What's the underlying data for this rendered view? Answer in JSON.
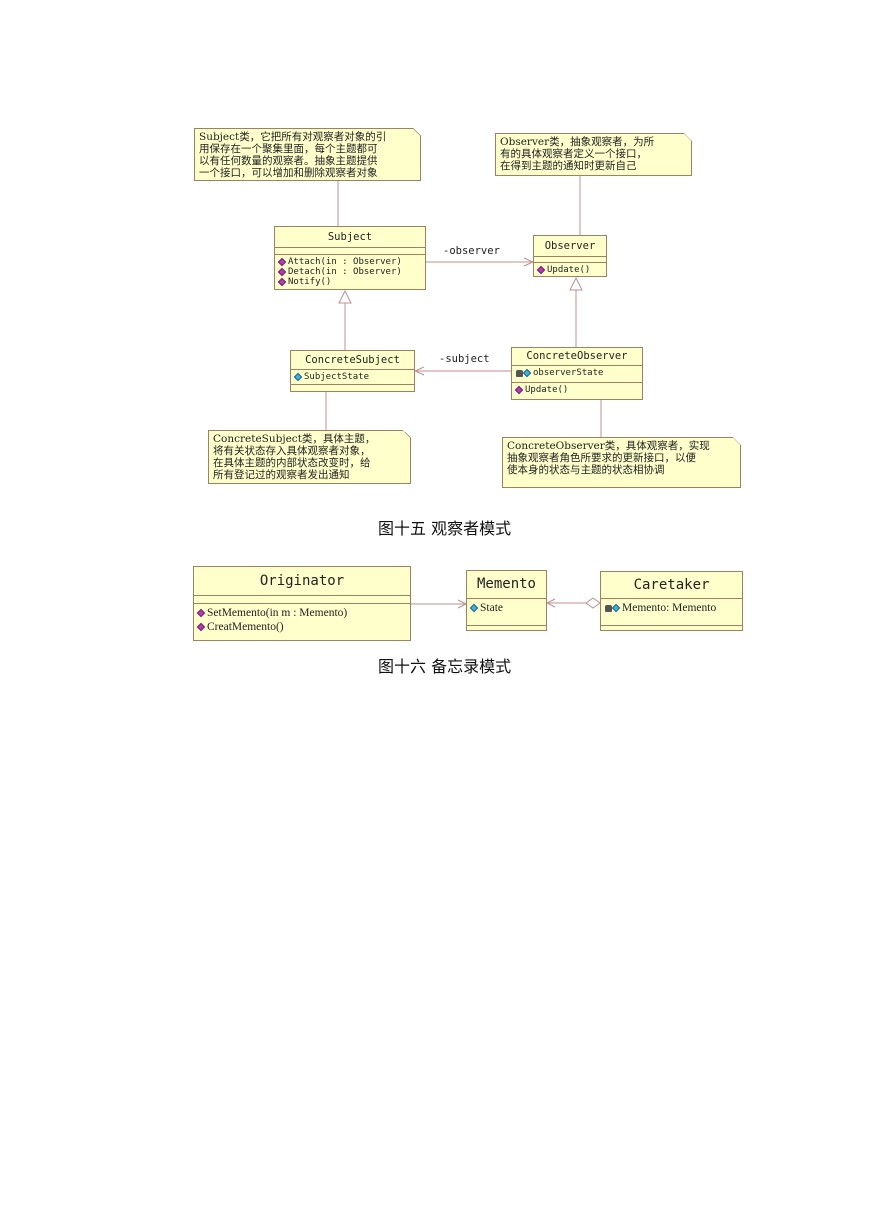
{
  "figure15": {
    "notes": {
      "subject": "Subject类，它把所有对观察者对象的引\n用保存在一个聚集里面，每个主题都可\n以有任何数量的观察者。抽象主题提供\n一个接口，可以增加和删除观察者对象",
      "observer": "Observer类，抽象观察者，为所\n有的具体观察者定义一个接口，\n在得到主题的通知时更新自己",
      "concrete_subject": "ConcreteSubject类，具体主题，\n将有关状态存入具体观察者对象，\n在具体主题的内部状态改变时，给\n所有登记过的观察者发出通知",
      "concrete_observer": "ConcreteObserver类，具体观察者，实现\n抽象观察者角色所要求的更新接口，以便\n使本身的状态与主题的状态相协调"
    },
    "classes": {
      "subject": {
        "name": "Subject",
        "operations": [
          "Attach(in : Observer)",
          "Detach(in : Observer)",
          "Notify()"
        ]
      },
      "observer": {
        "name": "Observer",
        "operations": [
          "Update()"
        ]
      },
      "concrete_subject": {
        "name": "ConcreteSubject",
        "attributes": [
          "SubjectState"
        ]
      },
      "concrete_observer": {
        "name": "ConcreteObserver",
        "attributes": [
          "observerState"
        ],
        "operations": [
          "Update()"
        ]
      }
    },
    "associations": {
      "observer_label": "-observer",
      "subject_label": "-subject"
    },
    "caption": "图十五 观察者模式"
  },
  "figure16": {
    "classes": {
      "originator": {
        "name": "Originator",
        "operations": [
          "SetMemento(in m : Memento)",
          "CreatMemento()"
        ]
      },
      "memento": {
        "name": "Memento",
        "attributes": [
          "State"
        ]
      },
      "caretaker": {
        "name": "Caretaker",
        "attributes": [
          "Memento: Memento"
        ]
      }
    },
    "caption": "图十六 备忘录模式"
  },
  "colors": {
    "box_fill": "#ffffcc",
    "box_border": "#a08060",
    "line": "#c08080",
    "op_icon": "#b33ab3",
    "attr_icon": "#3ab3e0"
  }
}
